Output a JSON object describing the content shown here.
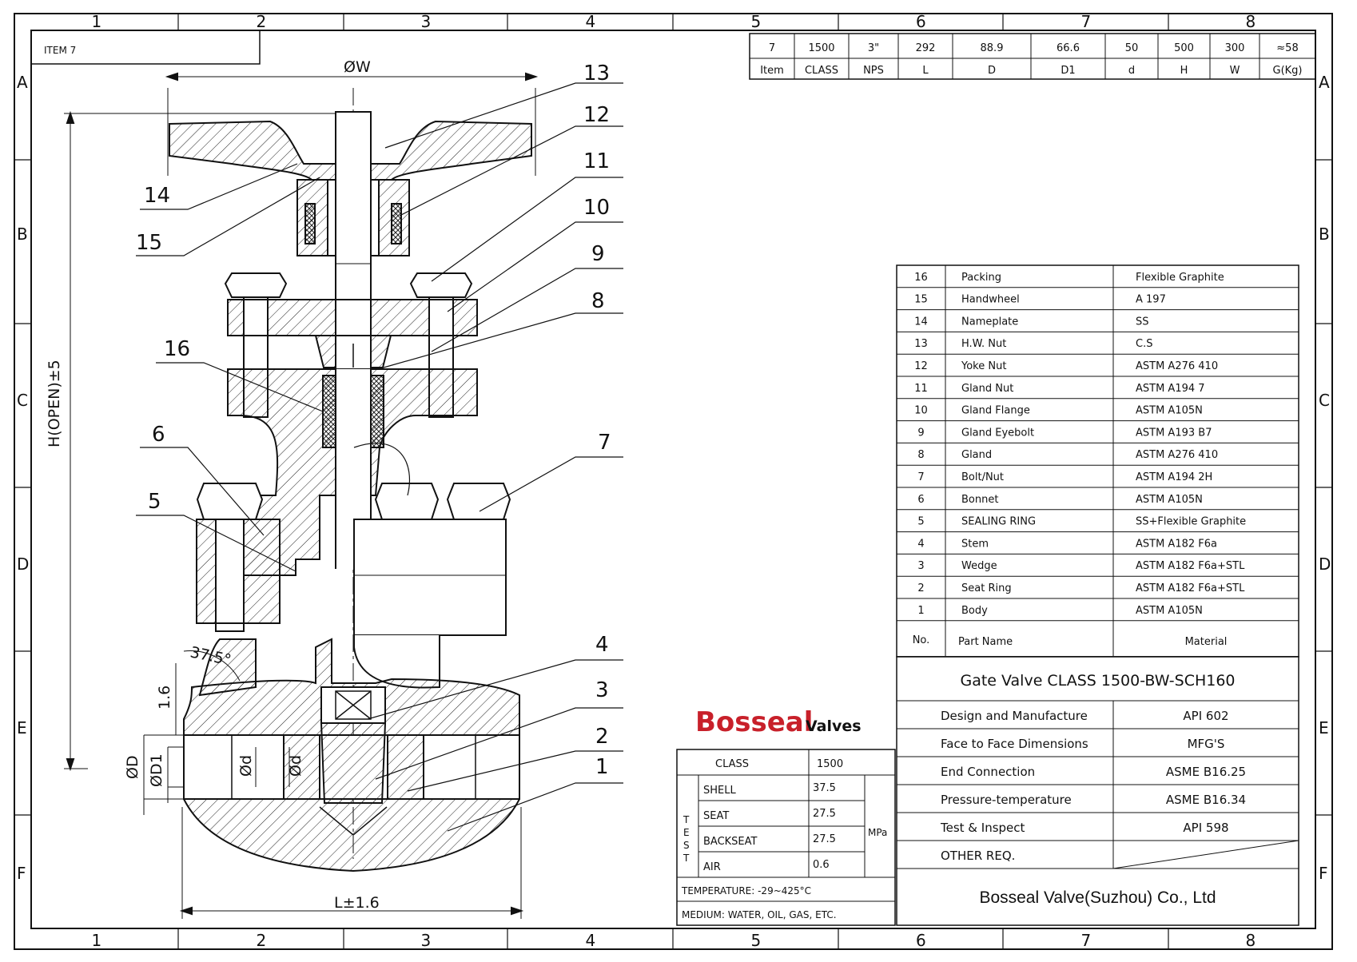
{
  "frame": {
    "columns": [
      "1",
      "2",
      "3",
      "4",
      "5",
      "6",
      "7",
      "8"
    ],
    "rows": [
      "A",
      "B",
      "C",
      "D",
      "E",
      "F"
    ]
  },
  "item_box": "ITEM 7",
  "dimension_table": {
    "values": [
      "7",
      "1500",
      "3\"",
      "292",
      "88.9",
      "66.6",
      "50",
      "500",
      "300",
      "≈58"
    ],
    "headers": [
      "Item",
      "CLASS",
      "NPS",
      "L",
      "D",
      "D1",
      "d",
      "H",
      "W",
      "G(Kg)"
    ]
  },
  "parts": [
    {
      "no": "16",
      "name": "Packing",
      "material": "Flexible Graphite"
    },
    {
      "no": "15",
      "name": "Handwheel",
      "material": "A 197"
    },
    {
      "no": "14",
      "name": "Nameplate",
      "material": "SS"
    },
    {
      "no": "13",
      "name": "H.W. Nut",
      "material": "C.S"
    },
    {
      "no": "12",
      "name": "Yoke Nut",
      "material": "ASTM A276 410"
    },
    {
      "no": "11",
      "name": "Gland Nut",
      "material": "ASTM A194 7"
    },
    {
      "no": "10",
      "name": "Gland Flange",
      "material": "ASTM A105N"
    },
    {
      "no": "9",
      "name": "Gland Eyebolt",
      "material": "ASTM A193 B7"
    },
    {
      "no": "8",
      "name": "Gland",
      "material": "ASTM A276 410"
    },
    {
      "no": "7",
      "name": "Bolt/Nut",
      "material": "ASTM A194 2H"
    },
    {
      "no": "6",
      "name": "Bonnet",
      "material": "ASTM A105N"
    },
    {
      "no": "5",
      "name": "SEALING RING",
      "material": "SS+Flexible Graphite"
    },
    {
      "no": "4",
      "name": "Stem",
      "material": "ASTM A182 F6a"
    },
    {
      "no": "3",
      "name": "Wedge",
      "material": "ASTM A182 F6a+STL"
    },
    {
      "no": "2",
      "name": "Seat Ring",
      "material": "ASTM A182 F6a+STL"
    },
    {
      "no": "1",
      "name": "Body",
      "material": "ASTM A105N"
    }
  ],
  "parts_header": {
    "no": "No.",
    "name": "Part Name",
    "material": "Material"
  },
  "title": "Gate Valve   CLASS 1500-BW-SCH160",
  "specs": [
    {
      "label": "Design and Manufacture",
      "value": "API 602"
    },
    {
      "label": "Face to Face Dimensions",
      "value": "MFG'S"
    },
    {
      "label": "End Connection",
      "value": "ASME B16.25"
    },
    {
      "label": "Pressure-temperature",
      "value": "ASME B16.34"
    },
    {
      "label": "Test & Inspect",
      "value": "API 598"
    },
    {
      "label": "OTHER REQ.",
      "value": ""
    }
  ],
  "company": "Bosseal Valve(Suzhou) Co., Ltd",
  "logo": {
    "main": "Bosseal",
    "sub": "Valves",
    "color": "#c8202a"
  },
  "test_table": {
    "class_label": "CLASS",
    "class_value": "1500",
    "side_label": "TEST",
    "rows": [
      {
        "label": "SHELL",
        "value": "37.5"
      },
      {
        "label": "SEAT",
        "value": "27.5"
      },
      {
        "label": "BACKSEAT",
        "value": "27.5"
      },
      {
        "label": "AIR",
        "value": "0.6"
      }
    ],
    "unit": "MPa",
    "temperature": "TEMPERATURE: -29~425°C",
    "medium": "MEDIUM: WATER, OIL, GAS, ETC."
  },
  "drawing": {
    "callouts": [
      "1",
      "2",
      "3",
      "4",
      "5",
      "6",
      "7",
      "8",
      "9",
      "10",
      "11",
      "12",
      "13",
      "14",
      "15",
      "16"
    ],
    "dims": {
      "w": "ØW",
      "h": "H(OPEN)±5",
      "l": "L±1.6",
      "angle": "37.5°",
      "step": "1.6",
      "d": "ØD",
      "d1": "ØD1",
      "bore": "Ød"
    }
  }
}
